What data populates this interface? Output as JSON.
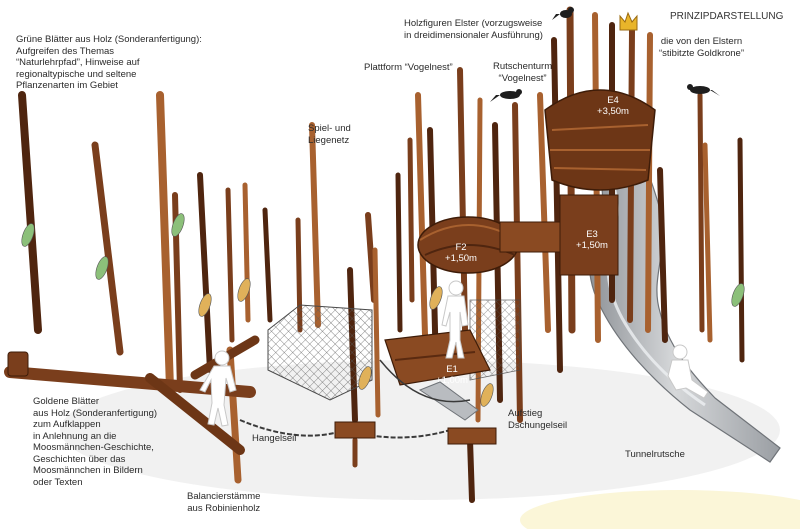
{
  "title": "PRINZIPDARSTELLUNG",
  "labels": {
    "leaves_green": "Grüne Blätter aus Holz (Sonderanfertigung):\nAufgreifen des Themas\n“Naturlehrpfad”, Hinweise auf\nregionaltypische und seltene\nPflanzenarten im Gebiet",
    "magpies": "Holzfiguren Elster (vorzugsweise\nin dreidimensionaler Ausführung)",
    "crown": "die von den Elstern\n“stibitzte Goldkrone”",
    "platform": "Plattform “Vogelnest”",
    "slide_tower": "Rutschenturm\n“Vogelnest”",
    "net": "Spiel- und\nLiegenetz",
    "leaves_gold": "Goldene Blätter\naus Holz (Sonderanfertigung)\nzum Aufklappen\nin Anlehnung an die\nMoosmännchen-Geschichte,\nGeschichten über das\nMoosmännchen in Bildern\noder Texten",
    "hand_rope": "Hangelseil",
    "jungle_rope": "Aufstieg\nDschungelseil",
    "tunnel_slide": "Tunnelrutsche",
    "balance_logs": "Balancierstämme\naus Robinienholz"
  },
  "levels": {
    "e1": "E1\n+1,00m",
    "e2": "F2\n+1,50m",
    "e3": "E3\n+1,50m",
    "e4": "E4\n+3,50m"
  },
  "colors": {
    "wood": "#7a3e1c",
    "wood_dark": "#4f250f",
    "wood_light": "#a8612f",
    "leaf_green": "#8cc07a",
    "leaf_gold": "#e0b15a",
    "slide": "#b9bcc0",
    "net": "#5d5d5d"
  }
}
